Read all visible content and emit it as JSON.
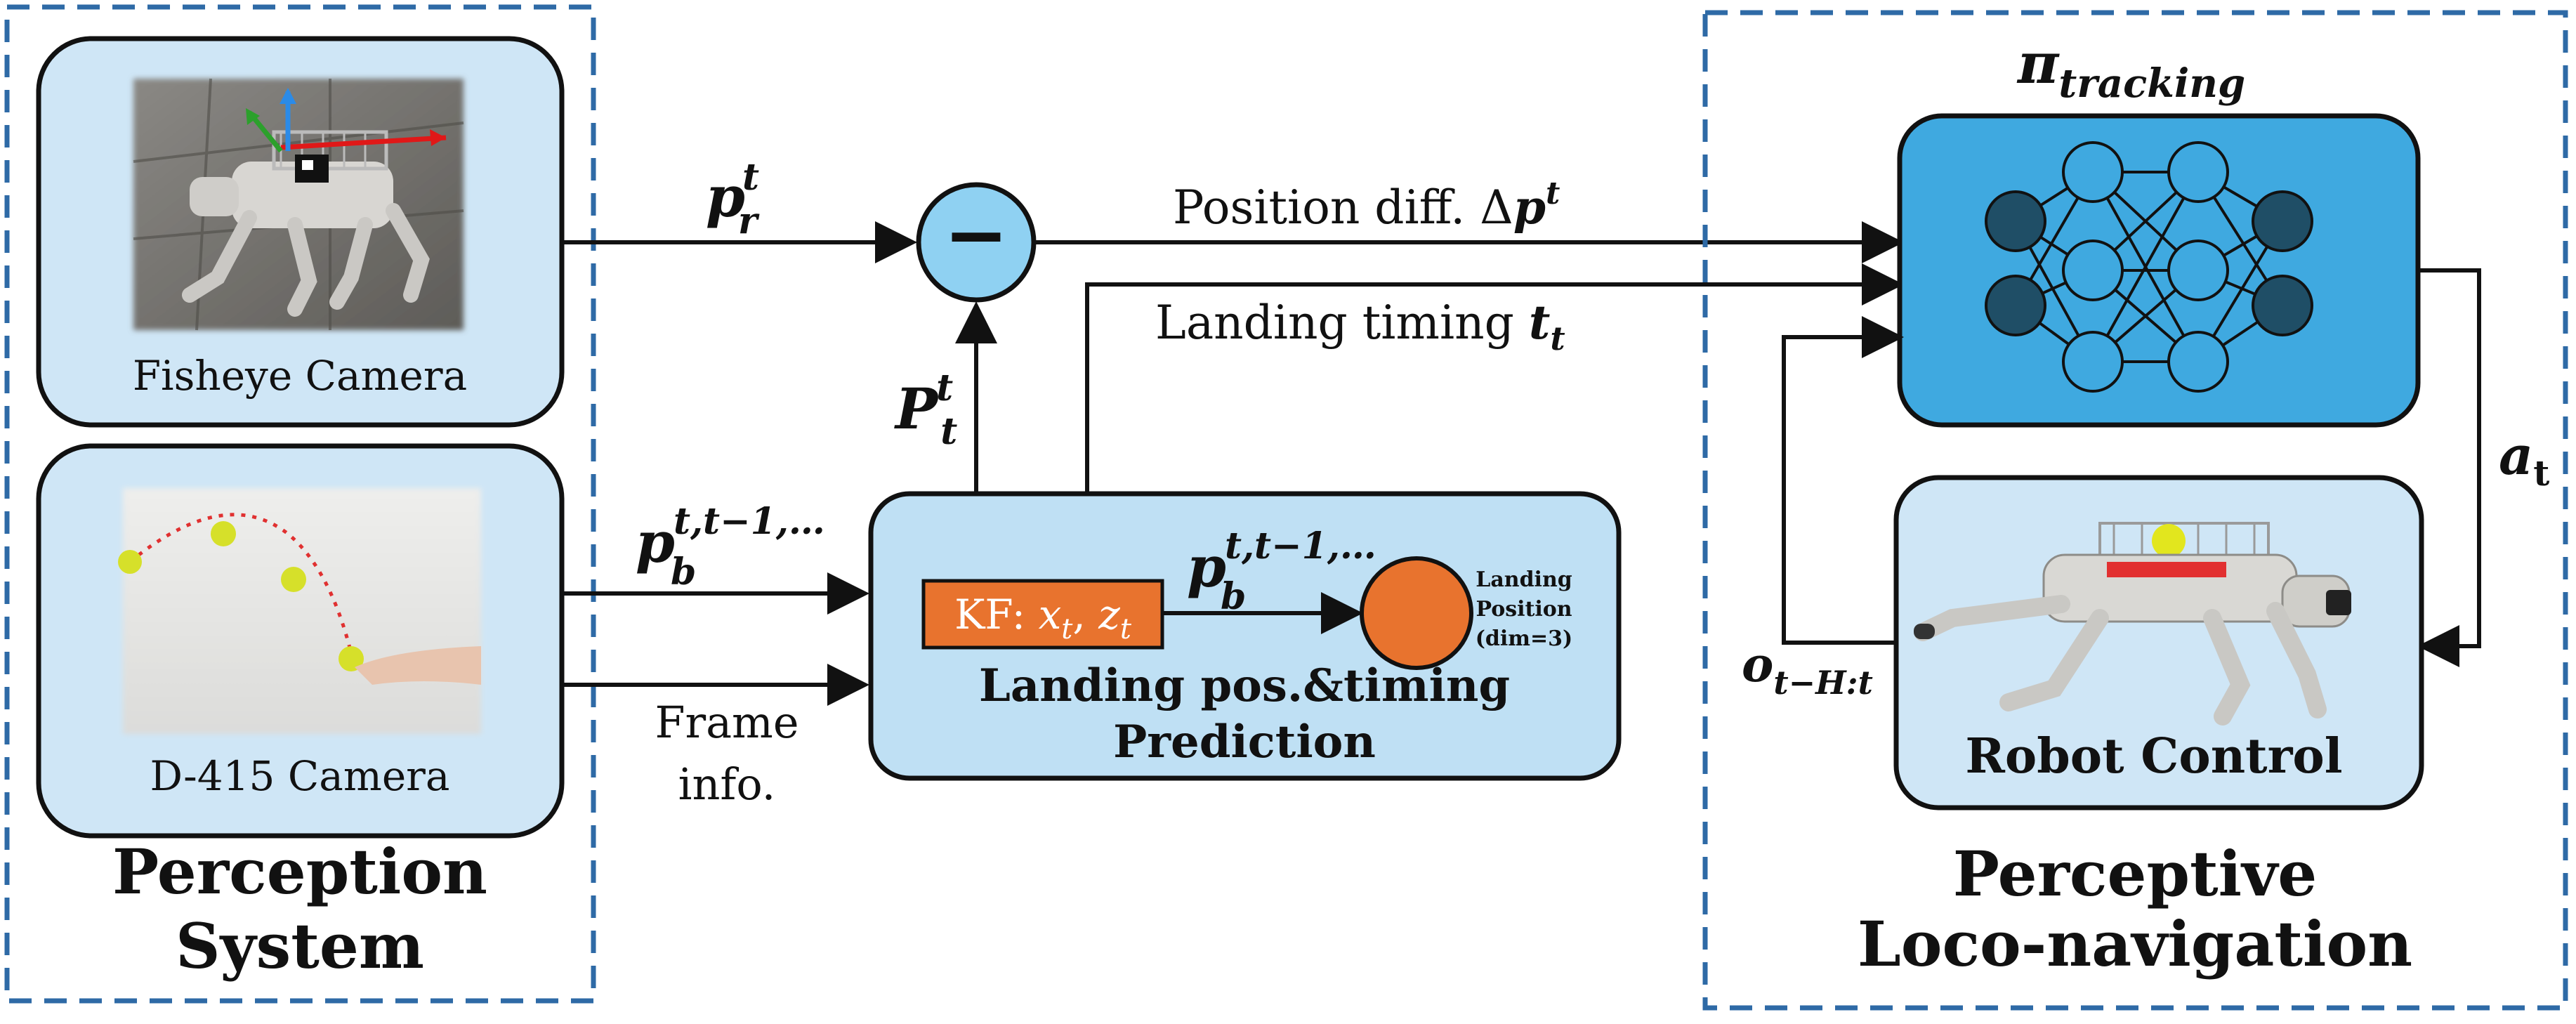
{
  "colors": {
    "group_border": "#2e6aa6",
    "box_fill": "#cfe6f6",
    "light_blue": "#bfe0f4",
    "nn_fill": "#3fa9e0",
    "node_dark": "#1f4e66",
    "kf_orange": "#e8732e",
    "stroke": "#111111"
  },
  "perception": {
    "title_line1": "Perception",
    "title_line2": "System",
    "fisheye_label": "Fisheye Camera",
    "d415_label": "D-415 Camera",
    "fisheye_photo_icon": "robot-dog-photo-icon",
    "d415_photo_icon": "ball-throw-photo-icon"
  },
  "signals": {
    "p_r": {
      "base": "p",
      "sub": "r",
      "sup": "t"
    },
    "p_b": {
      "base": "p",
      "sub": "b",
      "sup": "t,t−1,…"
    },
    "P_t": {
      "base": "P",
      "sub": "t",
      "sup": "t"
    },
    "frame_info_line1": "Frame",
    "frame_info_line2": "info.",
    "minus": "−",
    "position_diff_text": "Position diff. Δ",
    "position_diff_sym": {
      "base": "p",
      "sup": "t"
    },
    "landing_timing_text": "Landing timing ",
    "landing_timing_sym": {
      "base": "t",
      "sub": "t"
    }
  },
  "prediction": {
    "kf_text": "KF: ",
    "kf_x": {
      "base": "x",
      "sub": "t"
    },
    "kf_z": {
      "base": "z",
      "sub": "t"
    },
    "inner_signal": {
      "base": "p",
      "sub": "b",
      "sup": "t,t−1,…"
    },
    "landing_line1": "Landing",
    "landing_line2": "Position",
    "landing_line3": "(dim=3)",
    "title_line1": "Landing pos.&timing",
    "title_line2": "Prediction"
  },
  "loco": {
    "policy": {
      "base": "π",
      "sub": "tracking"
    },
    "action": {
      "base": "a",
      "sub": "t"
    },
    "obs": {
      "base": "o",
      "sub": "t−H:t"
    },
    "robot_control": "Robot Control",
    "robot_photo_icon": "robot-dog-photo-icon",
    "nn_icon": "neural-network-icon",
    "title_line1": "Perceptive",
    "title_line2": "Loco-navigation"
  }
}
